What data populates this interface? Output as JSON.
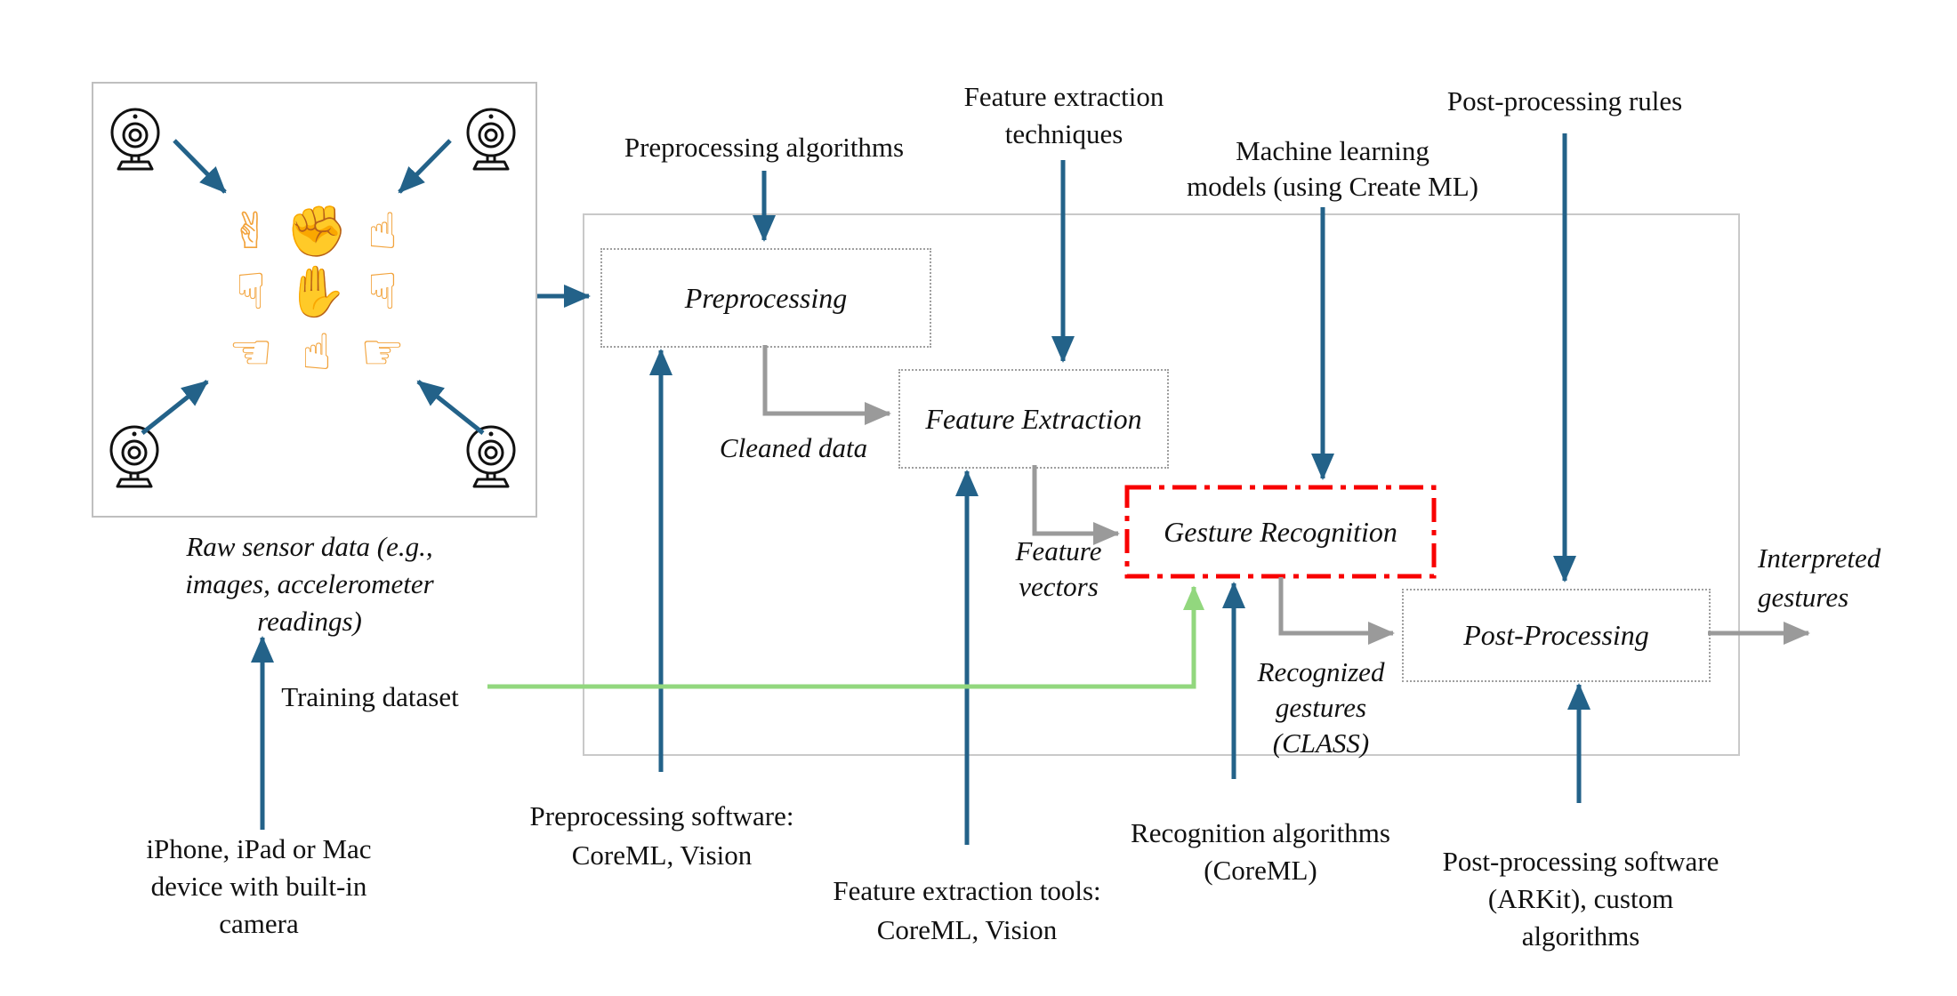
{
  "colors": {
    "arrow_blue": "#236289",
    "arrow_gray": "#9a9a9a",
    "arrow_green": "#92d77e",
    "highlight_red": "#f80000",
    "frame_gray": "#c9c9c9",
    "hand_orange": "#f2a33c"
  },
  "input_panel": {
    "hands": [
      {
        "name": "victory-hand",
        "glyph": "✌"
      },
      {
        "name": "ok-hand",
        "glyph": "✊"
      },
      {
        "name": "thumbs-up-hand",
        "glyph": "☝"
      },
      {
        "name": "thumbs-down-hand",
        "glyph": "☟"
      },
      {
        "name": "raised-hand",
        "glyph": "✋"
      },
      {
        "name": "pointing-down-hand",
        "glyph": "☟"
      },
      {
        "name": "pointing-left-hand",
        "glyph": "☜"
      },
      {
        "name": "pointing-up-hand",
        "glyph": "☝"
      },
      {
        "name": "pointing-right-hand",
        "glyph": "☞"
      }
    ],
    "caption": {
      "line1": "Raw sensor data (e.g.,",
      "line2": "images, accelerometer",
      "line3": "readings)"
    },
    "device": {
      "line1": "iPhone, iPad or Mac",
      "line2": "device with built-in",
      "line3": "camera"
    }
  },
  "pipeline": {
    "preprocessing": {
      "label": "Preprocessing"
    },
    "feature_extraction": {
      "label": "Feature Extraction"
    },
    "gesture_recognition": {
      "label": "Gesture Recognition"
    },
    "post_processing": {
      "label": "Post-Processing"
    }
  },
  "inputs_top": {
    "preprocessing_algorithms": {
      "line1": "Preprocessing algorithms"
    },
    "feature_extraction_techniques": {
      "line1": "Feature extraction",
      "line2": "techniques"
    },
    "machine_learning_models": {
      "line1": "Machine learning",
      "line2": "models (using Create ML)"
    },
    "post_processing_rules": {
      "line1": "Post-processing rules"
    }
  },
  "inputs_bottom": {
    "training_dataset": {
      "line1": "Training dataset"
    },
    "preprocessing_software": {
      "line1": "Preprocessing software:",
      "line2": "CoreML, Vision"
    },
    "feature_extraction_tools": {
      "line1": "Feature extraction tools:",
      "line2": "CoreML, Vision"
    },
    "recognition_algorithms": {
      "line1": "Recognition algorithms",
      "line2": "(CoreML)"
    },
    "post_processing_software": {
      "line1": "Post-processing software",
      "line2": "(ARKit), custom",
      "line3": "algorithms"
    }
  },
  "flows": {
    "cleaned_data": {
      "line1": "Cleaned data"
    },
    "feature_vectors": {
      "line1": "Feature",
      "line2": "vectors"
    },
    "recognized_gestures": {
      "line1": "Recognized",
      "line2": "gestures",
      "line3": "(CLASS)"
    },
    "interpreted_gestures": {
      "line1": "Interpreted",
      "line2": "gestures"
    }
  }
}
